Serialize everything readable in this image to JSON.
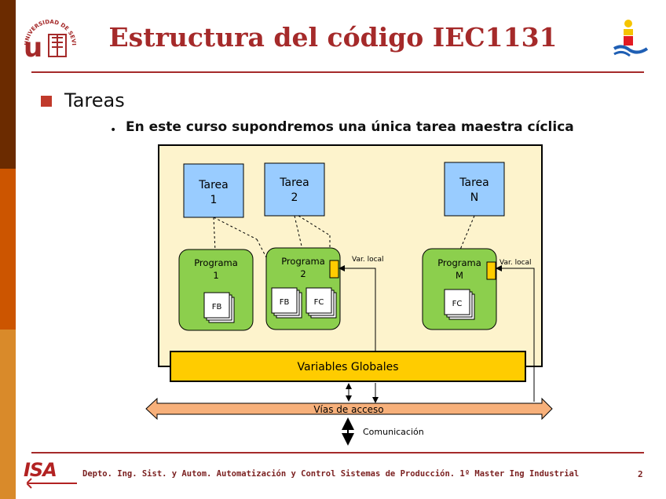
{
  "header": {
    "title": "Estructura del código IEC1131",
    "logo_left": "UNIVERSIDAD DE SEVILLA",
    "logo_right": "uni-logo-icon"
  },
  "content": {
    "heading": "Tareas",
    "bullet": "En este curso supondremos una única tarea maestra cíclica"
  },
  "diagram": {
    "tasks": [
      {
        "line1": "Tarea",
        "line2": "1"
      },
      {
        "line1": "Tarea",
        "line2": "2"
      },
      {
        "line1": "Tarea",
        "line2": "N"
      }
    ],
    "programs": [
      {
        "line1": "Programa",
        "line2": "1"
      },
      {
        "line1": "Programa",
        "line2": "2"
      },
      {
        "line1": "Programa",
        "line2": "M"
      }
    ],
    "blocks": {
      "fb": "FB",
      "fc": "FC"
    },
    "var_local": "Var. local",
    "globals": "Variables Globales",
    "access": "Vías de acceso",
    "comm": "Comunicación",
    "colors": {
      "panel": "#fdf3cc",
      "task": "#99ccff",
      "program": "#8ccf4d",
      "globals": "#ffcc00",
      "access": "#f7b07a"
    }
  },
  "footer": {
    "logo": "ISA",
    "text": "Depto. Ing. Sist. y Autom. Automatización y Control Sistemas de Producción.  1º Master Ing Industrial",
    "page": "2"
  }
}
